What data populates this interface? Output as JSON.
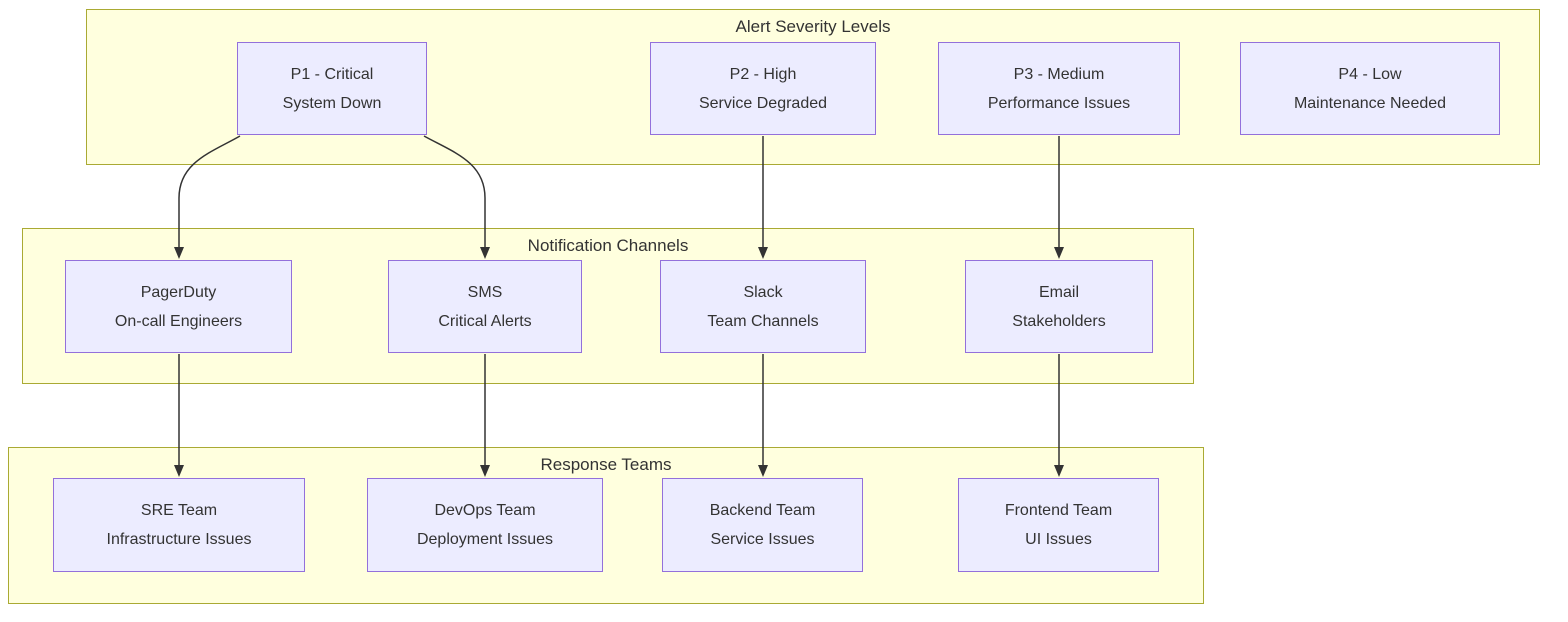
{
  "diagram": {
    "type": "flowchart",
    "colors": {
      "group_fill": "#ffffde",
      "group_border": "#aaaa33",
      "node_fill": "#ececff",
      "node_border": "#9370db",
      "text": "#333333",
      "edge": "#333333"
    },
    "groups": [
      {
        "title": "Alert Severity Levels",
        "nodes": [
          {
            "id": "p1",
            "line1": "P1 - Critical",
            "line2": "System Down"
          },
          {
            "id": "p2",
            "line1": "P2 - High",
            "line2": "Service Degraded"
          },
          {
            "id": "p3",
            "line1": "P3 - Medium",
            "line2": "Performance Issues"
          },
          {
            "id": "p4",
            "line1": "P4 - Low",
            "line2": "Maintenance Needed"
          }
        ]
      },
      {
        "title": "Notification Channels",
        "nodes": [
          {
            "id": "pagerduty",
            "line1": "PagerDuty",
            "line2": "On-call Engineers"
          },
          {
            "id": "sms",
            "line1": "SMS",
            "line2": "Critical Alerts"
          },
          {
            "id": "slack",
            "line1": "Slack",
            "line2": "Team Channels"
          },
          {
            "id": "email",
            "line1": "Email",
            "line2": "Stakeholders"
          }
        ]
      },
      {
        "title": "Response Teams",
        "nodes": [
          {
            "id": "sre",
            "line1": "SRE Team",
            "line2": "Infrastructure Issues"
          },
          {
            "id": "devops",
            "line1": "DevOps Team",
            "line2": "Deployment Issues"
          },
          {
            "id": "backend",
            "line1": "Backend Team",
            "line2": "Service Issues"
          },
          {
            "id": "frontend",
            "line1": "Frontend Team",
            "line2": "UI Issues"
          }
        ]
      }
    ],
    "edges": [
      {
        "from": "p1",
        "to": "pagerduty"
      },
      {
        "from": "p1",
        "to": "sms"
      },
      {
        "from": "p2",
        "to": "slack"
      },
      {
        "from": "p3",
        "to": "email"
      },
      {
        "from": "pagerduty",
        "to": "sre"
      },
      {
        "from": "sms",
        "to": "devops"
      },
      {
        "from": "slack",
        "to": "backend"
      },
      {
        "from": "email",
        "to": "frontend"
      }
    ]
  }
}
